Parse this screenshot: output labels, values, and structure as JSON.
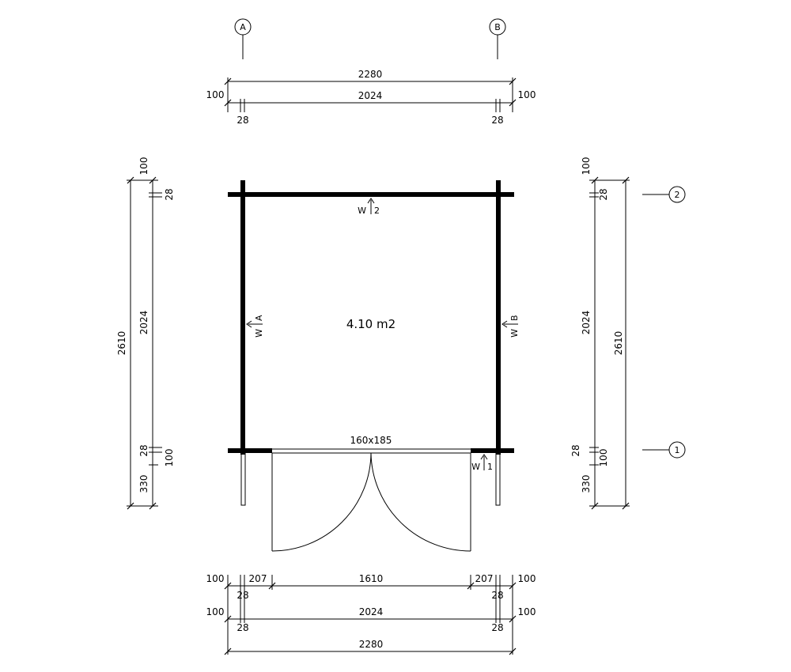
{
  "grid_axes": {
    "a": "A",
    "b": "B",
    "one": "1",
    "two": "2"
  },
  "top_dims": {
    "overall": "2280",
    "inner": "2024",
    "left_overhang": "100",
    "right_overhang": "100",
    "left_wall": "28",
    "right_wall": "28"
  },
  "left_dims": {
    "top_overhang": "100",
    "top_wall": "28",
    "inner": "2024",
    "overall": "2610",
    "bottom_wall": "28",
    "bottom_overhang": "100",
    "porch": "330"
  },
  "right_dims": {
    "top_overhang": "100",
    "top_wall": "28",
    "inner": "2024",
    "overall": "2610",
    "bottom_wall": "28",
    "bottom_overhang": "100",
    "porch": "330"
  },
  "bottom_dims": {
    "row1": {
      "left_overhang": "100",
      "left_side": "207",
      "opening": "1610",
      "right_side": "207",
      "right_overhang": "100",
      "left_wall": "28",
      "right_wall": "28"
    },
    "row2": {
      "left_overhang": "100",
      "inner": "2024",
      "right_overhang": "100",
      "left_wall": "28",
      "right_wall": "28"
    },
    "overall": "2280"
  },
  "room": {
    "area": "4.10 m2",
    "door_size": "160x185"
  },
  "wall_tags": {
    "top": {
      "w": "W",
      "n": "2"
    },
    "left": {
      "w": "W",
      "n": "A"
    },
    "right": {
      "w": "W",
      "n": "B"
    },
    "bottom": {
      "w": "W",
      "n": "1"
    }
  }
}
